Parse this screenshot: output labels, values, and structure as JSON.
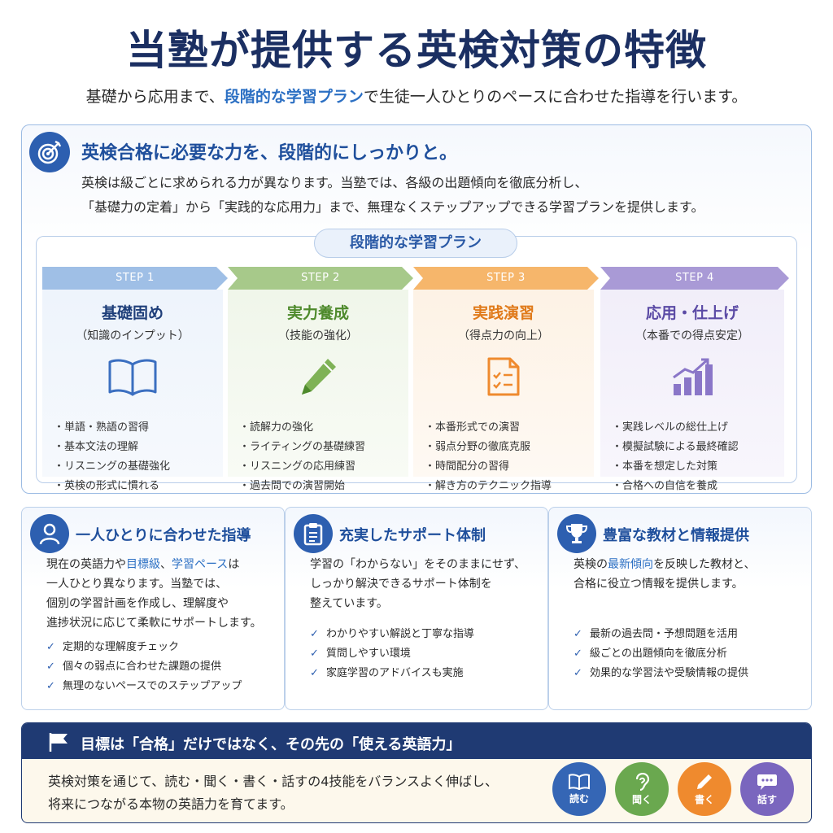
{
  "header": {
    "title": "当塾が提供する英検対策の特徴",
    "subtitle_pre": "基礎から応用まで、",
    "subtitle_highlight": "段階的な学習プラン",
    "subtitle_post": "で生徒一人ひとりのペースに合わせた指導を行います。"
  },
  "main": {
    "heading": "英検合格に必要な力を、段階的にしっかりと。",
    "desc_line1": "英検は級ごとに求められる力が異なります。当塾では、各級の出題傾向を徹底分析し、",
    "desc_line2": "「基礎力の定着」から「実践的な応用力」まで、無理なくステップアップできる学習プランを提供します。",
    "plan_label": "段階的な学習プラン",
    "steps": [
      {
        "step": "STEP 1",
        "name": "基礎固め",
        "sub": "（知識のインプット）",
        "icon": "book-icon",
        "items": [
          "単語・熟語の習得",
          "基本文法の理解",
          "リスニングの基礎強化",
          "英検の形式に慣れる"
        ]
      },
      {
        "step": "STEP 2",
        "name": "実力養成",
        "sub": "（技能の強化）",
        "icon": "pencil-icon",
        "items": [
          "読解力の強化",
          "ライティングの基礎練習",
          "リスニングの応用練習",
          "過去問での演習開始"
        ]
      },
      {
        "step": "STEP 3",
        "name": "実践演習",
        "sub": "（得点力の向上）",
        "icon": "checklist-icon",
        "items": [
          "本番形式での演習",
          "弱点分野の徹底克服",
          "時間配分の習得",
          "解き方のテクニック指導"
        ]
      },
      {
        "step": "STEP 4",
        "name": "応用・仕上げ",
        "sub": "（本番での得点安定）",
        "icon": "growth-chart-icon",
        "items": [
          "実践レベルの総仕上げ",
          "模擬試験による最終確認",
          "本番を想定した対策",
          "合格への自信を養成"
        ]
      }
    ]
  },
  "features": [
    {
      "title": "一人ひとりに合わせた指導",
      "icon": "person-icon",
      "desc": [
        [
          "現在の英語力や",
          "目標級",
          "、",
          "学習ペース",
          "は"
        ],
        [
          "一人ひとり異なります。当塾では、"
        ],
        [
          "個別の学習計画を作成し、理解度や"
        ],
        [
          "進捗状況に応じて柔軟にサポートします。"
        ]
      ],
      "items": [
        "定期的な理解度チェック",
        "個々の弱点に合わせた課題の提供",
        "無理のないペースでのステップアップ"
      ]
    },
    {
      "title": "充実したサポート体制",
      "icon": "clipboard-icon",
      "desc": [
        [
          "学習の「わからない」をそのままにせず、"
        ],
        [
          "しっかり解決できるサポート体制を"
        ],
        [
          "整えています。"
        ]
      ],
      "items": [
        "わかりやすい解説と丁寧な指導",
        "質問しやすい環境",
        "家庭学習のアドバイスも実施"
      ]
    },
    {
      "title": "豊富な教材と情報提供",
      "icon": "trophy-icon",
      "desc": [
        [
          "英検の",
          "最新傾向",
          "を反映した教材と、"
        ],
        [
          "合格に役立つ情報を提供します。"
        ]
      ],
      "items": [
        "最新の過去問・予想問題を活用",
        "級ごとの出題傾向を徹底分析",
        "効果的な学習法や受験情報の提供"
      ]
    }
  ],
  "goal": {
    "title": "目標は「合格」だけではなく、その先の「使える英語力」",
    "line1": "英検対策を通じて、読む・聞く・書く・話すの4技能をバランスよく伸ばし、",
    "line2": "将来につながる本物の英語力を育てます。",
    "skills": [
      {
        "label": "読む",
        "color": "#3566b5"
      },
      {
        "label": "聞く",
        "color": "#6aa84f"
      },
      {
        "label": "書く",
        "color": "#ef8a2e"
      },
      {
        "label": "話す",
        "color": "#7a66be"
      }
    ]
  },
  "colors": {
    "navy": "#1b2f62",
    "blue": "#2d5fb0",
    "accent": "#2b6fc3"
  }
}
